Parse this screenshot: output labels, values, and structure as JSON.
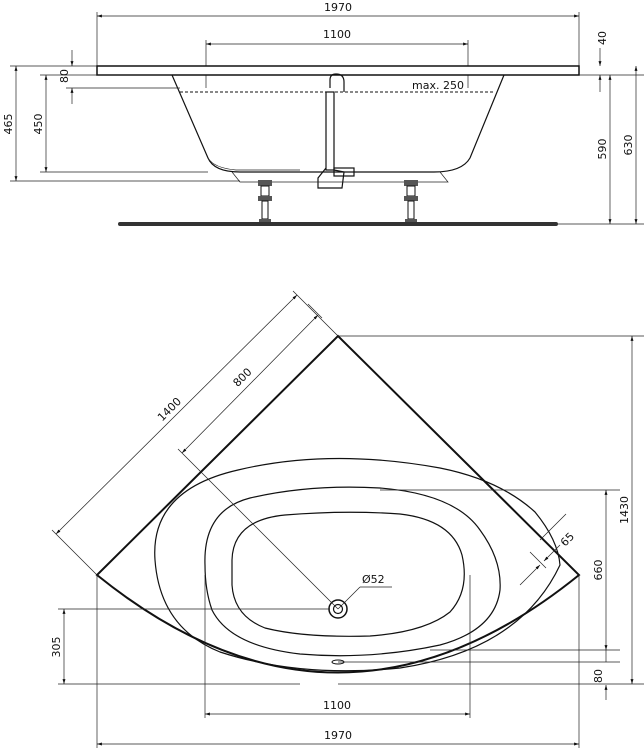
{
  "side_view": {
    "overall_width": "1970",
    "inner_width": "1100",
    "rim_thickness": "40",
    "rim_depth": "80",
    "total_height": "465",
    "inner_depth": "450",
    "height_to_rim": "590",
    "height_total": "630",
    "max_fill": "max. 250"
  },
  "top_view": {
    "side_length": "1400",
    "inner_length": "800",
    "depth": "1430",
    "drain_diameter": "Ø52",
    "rim_offset": "65",
    "basin_length": "660",
    "drain_offset": "305",
    "front_offset": "80",
    "inner_width": "1100",
    "overall_width": "1970"
  }
}
